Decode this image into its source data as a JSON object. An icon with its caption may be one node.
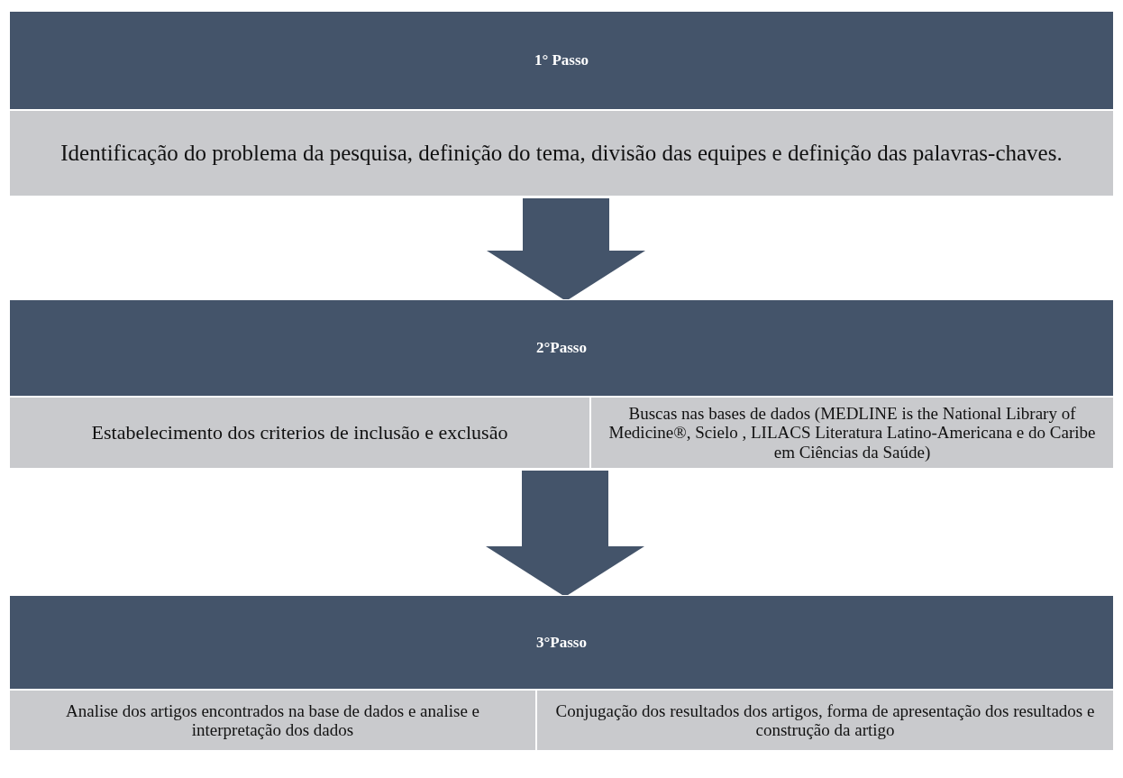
{
  "diagram": {
    "nodes": [
      {
        "text": [
          "1° Passo"
        ]
      },
      {
        "text": [
          "Identificação do problema da pesquisa, definição do tema, divisão das equipes e definição das palavras-chaves."
        ]
      },
      {
        "text": [
          "2°Passo"
        ]
      },
      {
        "text": [
          "Estabelecimento dos criterios de inclusão e exclusão"
        ]
      },
      {
        "text": [
          "Buscas nas bases de dados (MEDLINE is the National Library of Medicine®, Scielo , LILACS Literatura Latino-Americana e do Caribe em Ciências da Saúde)"
        ]
      },
      {
        "text": [
          "3°Passo"
        ]
      },
      {
        "text": [
          "Analise dos artigos encontrados na base de dados e analise e interpretação dos dados"
        ]
      },
      {
        "text": [
          "Conjugação dos resultados dos artigos, forma de apresentação dos resultados e construção da artigo"
        ]
      }
    ],
    "edges": [
      {
        "from": 1,
        "to": 2,
        "arrow": "to"
      },
      {
        "from": 3,
        "to": 5,
        "arrow": "to"
      }
    ]
  }
}
